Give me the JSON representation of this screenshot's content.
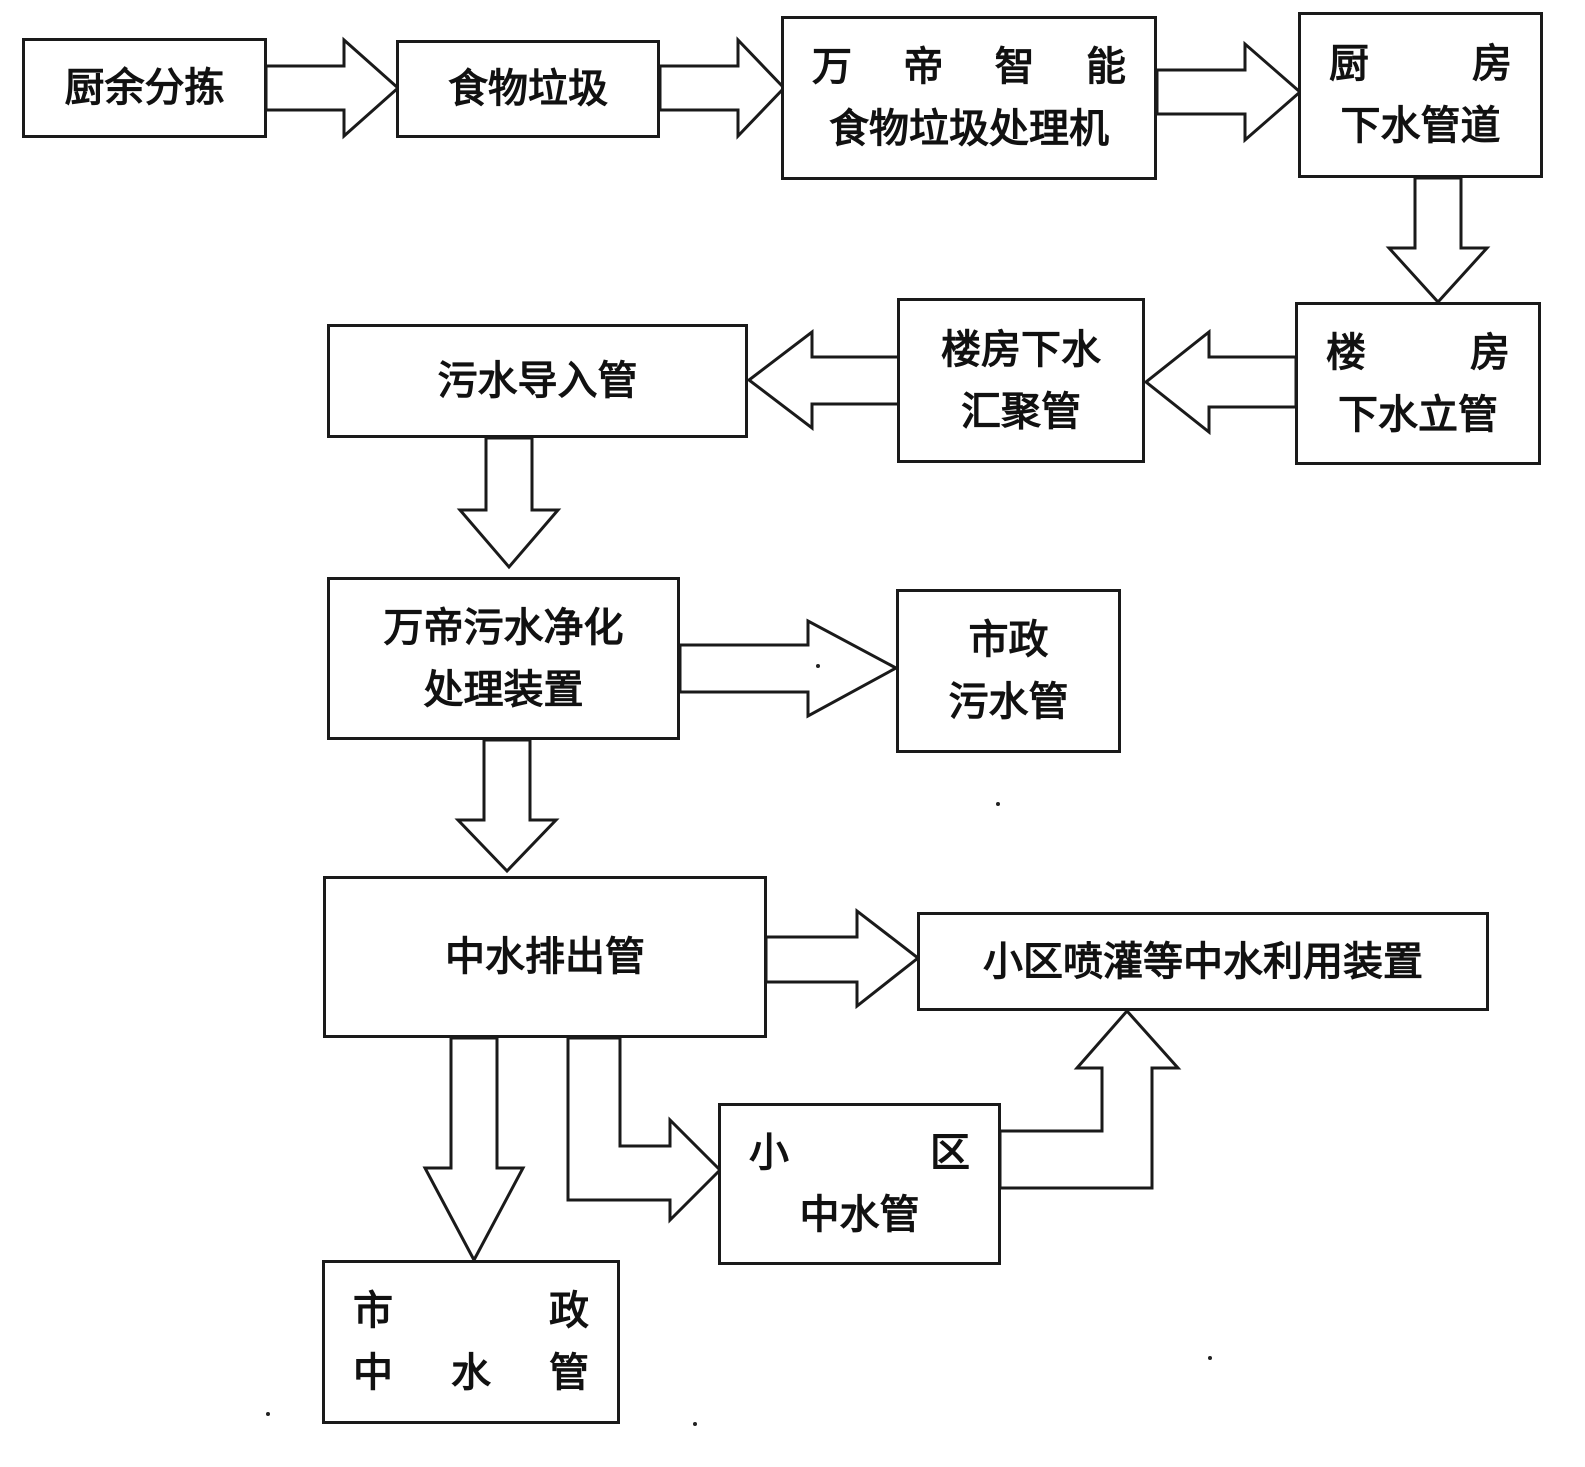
{
  "nodes": {
    "kitchen_sorting": {
      "lines": [
        [
          "厨余分拣"
        ]
      ]
    },
    "food_waste": {
      "lines": [
        [
          "食物垃圾"
        ]
      ]
    },
    "processor": {
      "lines": [
        [
          "万",
          "帝",
          "智",
          "能"
        ],
        [
          "食物垃圾处理机"
        ]
      ]
    },
    "kitchen_drain": {
      "lines": [
        [
          "厨",
          "房"
        ],
        [
          "下水管道"
        ]
      ]
    },
    "building_riser": {
      "lines": [
        [
          "楼",
          "房"
        ],
        [
          "下水立管"
        ]
      ]
    },
    "building_collector": {
      "lines": [
        [
          "楼房下水"
        ],
        [
          "汇聚管"
        ]
      ]
    },
    "sewage_inlet": {
      "lines": [
        [
          "污水导入管"
        ]
      ]
    },
    "purifier": {
      "lines": [
        [
          "万帝污水净化"
        ],
        [
          "处理装置"
        ]
      ]
    },
    "municipal_sewer": {
      "lines": [
        [
          "市政"
        ],
        [
          "污水管"
        ]
      ]
    },
    "reclaimed_outlet": {
      "lines": [
        [
          "中水排出管"
        ]
      ]
    },
    "reuse_devices": {
      "lines": [
        [
          "小区喷灌等中水利用装置"
        ]
      ]
    },
    "community_reclaimed": {
      "lines": [
        [
          "小",
          "区"
        ],
        [
          "中水管"
        ]
      ]
    },
    "municipal_reclaimed": {
      "lines": [
        [
          "市",
          "政"
        ],
        [
          "中",
          "水",
          "管"
        ]
      ]
    }
  },
  "colors": {
    "stroke": "#1a1a1a",
    "fill": "#ffffff"
  }
}
